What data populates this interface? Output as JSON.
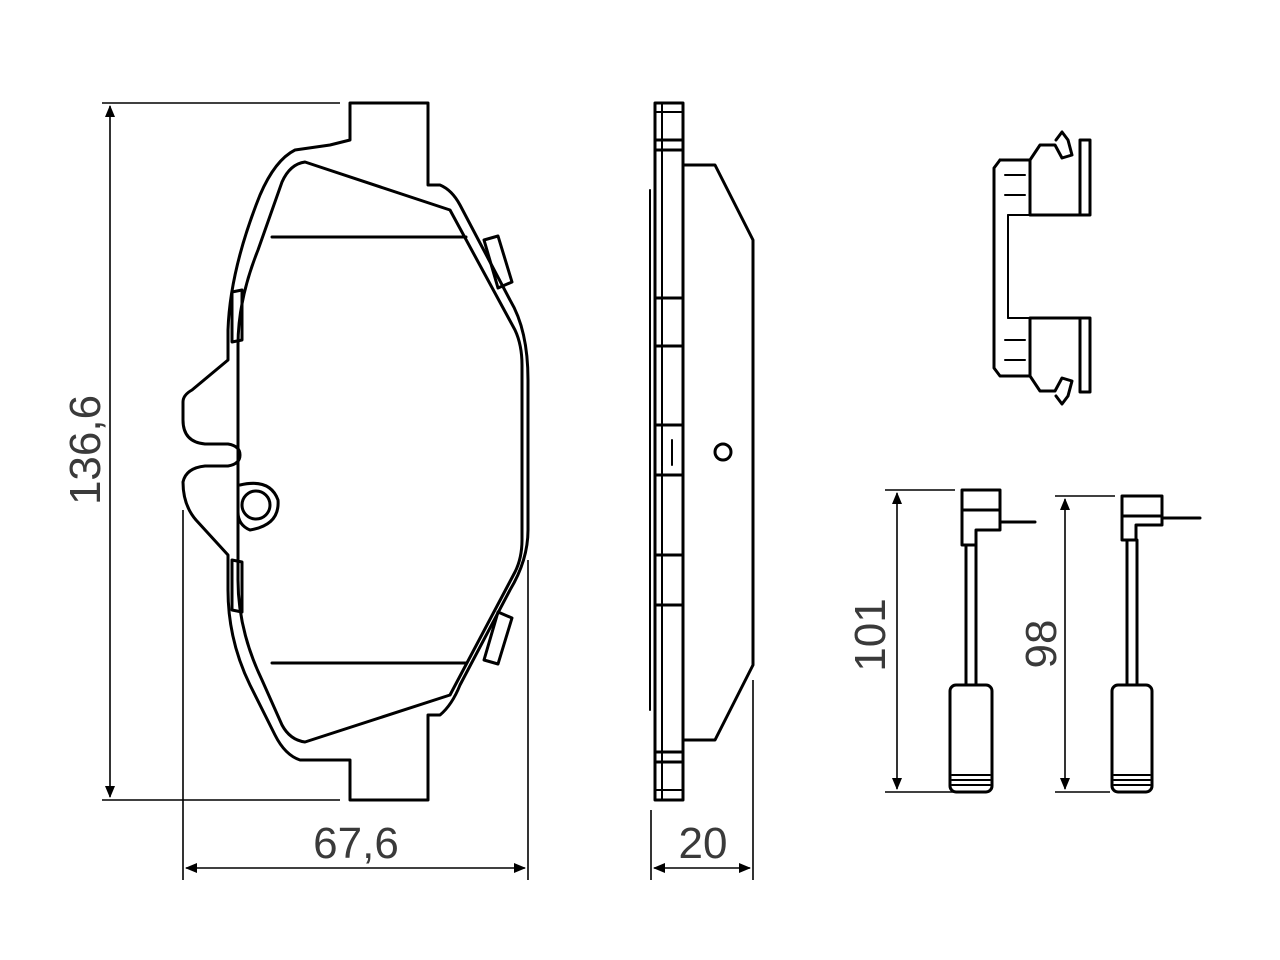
{
  "colors": {
    "line": "#000000",
    "dimension_text": "#3a3a3a",
    "background": "#ffffff"
  },
  "dimensions": {
    "pad_height": "136,6",
    "pad_width": "67,6",
    "pad_thickness": "20",
    "sensor_1_length": "101",
    "sensor_2_length": "98"
  }
}
